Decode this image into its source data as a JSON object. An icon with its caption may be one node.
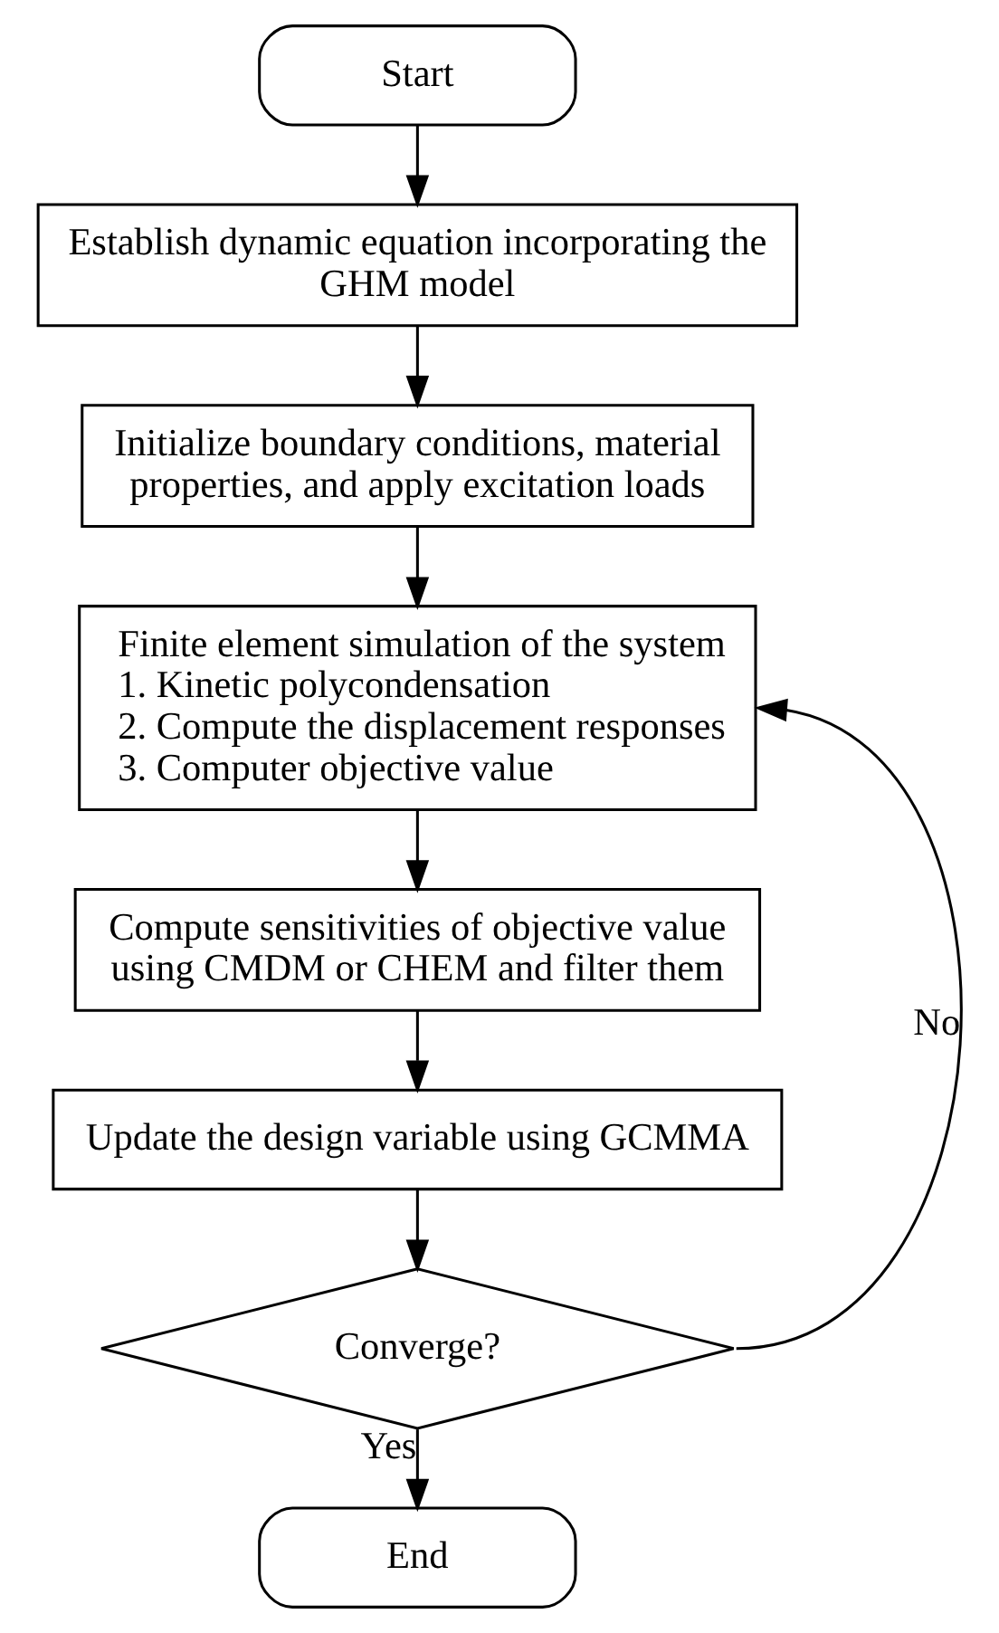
{
  "diagram": {
    "nodes": [
      {
        "text": [
          "Start"
        ]
      },
      {
        "text": [
          "Establish dynamic equation incorporating the GHM model"
        ]
      },
      {
        "text": [
          "Initialize boundary conditions, material properties, and apply excitation loads"
        ]
      },
      {
        "text": [
          "Finite element simulation of the system",
          "1. Kinetic polycondensation",
          "2. Compute the displacement responses",
          "3. Computer objective value"
        ]
      },
      {
        "text": [
          "Compute sensitivities of objective value using CMDM or CHEM and filter them"
        ]
      },
      {
        "text": [
          "Update the design variable using GCMMA"
        ]
      },
      {
        "text": [
          "Converge?"
        ]
      },
      {
        "text": [
          "End"
        ]
      }
    ],
    "edges": [
      {
        "from": 0,
        "to": 1,
        "arrow": "to"
      },
      {
        "from": 1,
        "to": 2,
        "arrow": "to"
      },
      {
        "from": 2,
        "to": 3,
        "arrow": "to"
      },
      {
        "from": 3,
        "to": 4,
        "arrow": "to"
      },
      {
        "from": 4,
        "to": 5,
        "arrow": "to"
      },
      {
        "from": 5,
        "to": 6,
        "arrow": "to"
      },
      {
        "from": 6,
        "to": 7,
        "label": "Yes",
        "arrow": "to"
      },
      {
        "from": 6,
        "to": 3,
        "label": "No",
        "arrow": "to"
      }
    ]
  }
}
